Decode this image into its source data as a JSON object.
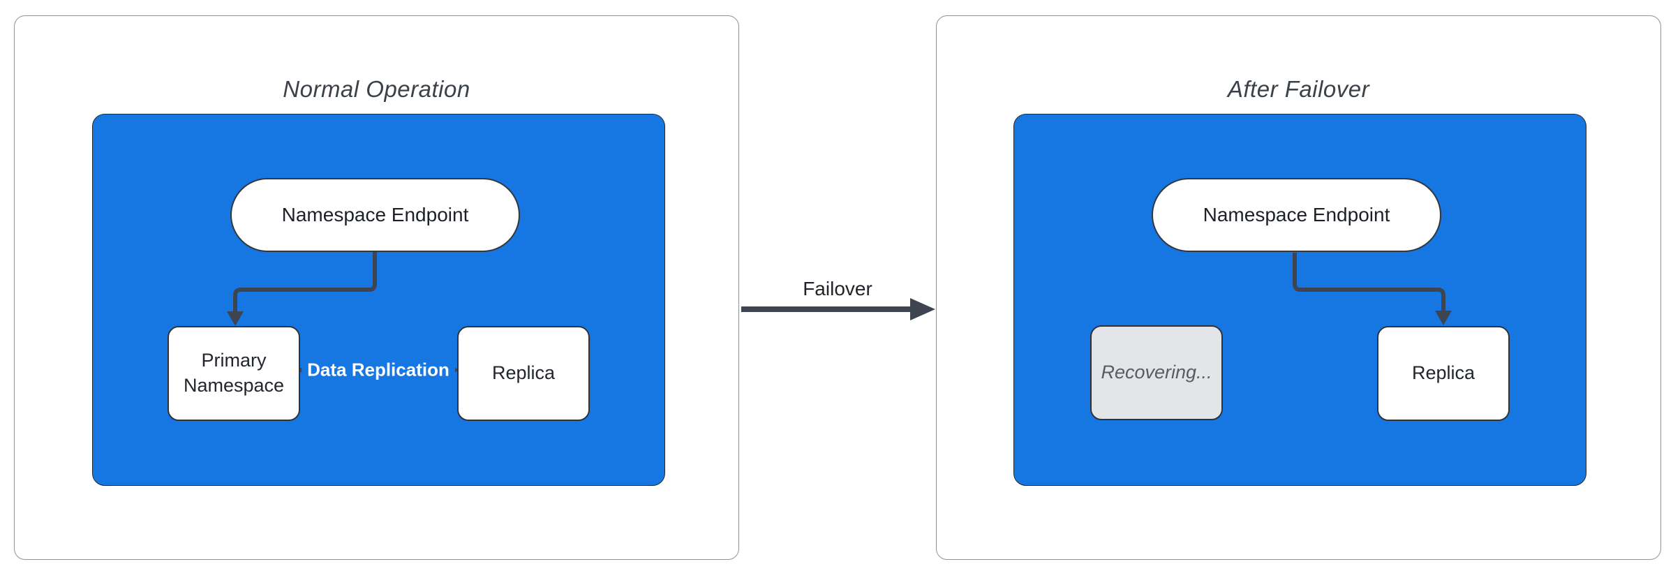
{
  "left": {
    "title": "Normal Operation",
    "endpoint": "Namespace Endpoint",
    "primary": "Primary Namespace",
    "replica": "Replica",
    "replication_label": "Data Replication"
  },
  "right": {
    "title": "After Failover",
    "endpoint": "Namespace Endpoint",
    "recovering": "Recovering...",
    "replica": "Replica"
  },
  "transition": {
    "label": "Failover"
  },
  "colors": {
    "container_blue": "#1677e2",
    "node_fill": "#ffffff",
    "recovering_fill": "#e3e5e8",
    "recovering_text": "#575d66",
    "node_border": "#2e333b",
    "arrow": "#3e4450",
    "title_text": "#3b4149",
    "panel_border": "#8e9296",
    "edge_label_text": "#ffffff"
  }
}
